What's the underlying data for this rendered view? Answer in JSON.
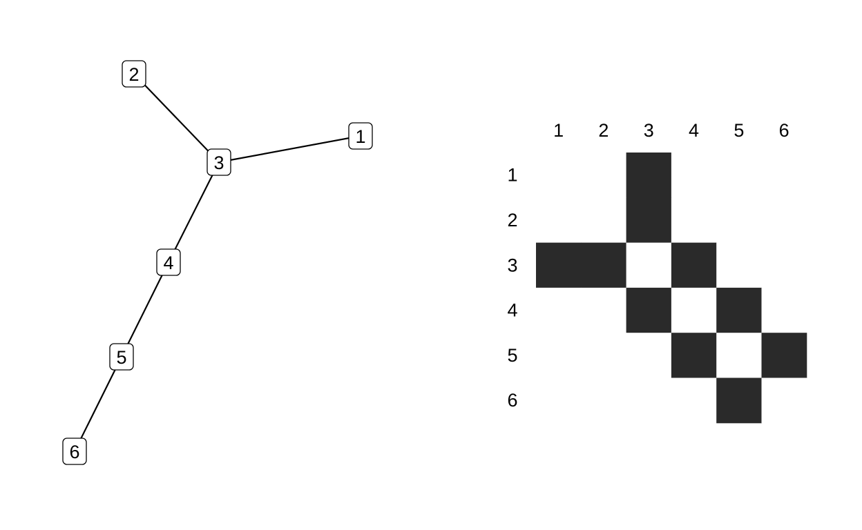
{
  "graph": {
    "nodes": [
      {
        "id": "1",
        "label": "1"
      },
      {
        "id": "2",
        "label": "2"
      },
      {
        "id": "3",
        "label": "3"
      },
      {
        "id": "4",
        "label": "4"
      },
      {
        "id": "5",
        "label": "5"
      },
      {
        "id": "6",
        "label": "6"
      }
    ],
    "edges": [
      [
        "2",
        "3"
      ],
      [
        "3",
        "1"
      ],
      [
        "3",
        "4"
      ],
      [
        "4",
        "5"
      ],
      [
        "5",
        "6"
      ]
    ]
  },
  "matrix": {
    "column_labels": [
      "1",
      "2",
      "3",
      "4",
      "5",
      "6"
    ],
    "row_labels": [
      "1",
      "2",
      "3",
      "4",
      "5",
      "6"
    ],
    "cells": [
      [
        0,
        0,
        1,
        0,
        0,
        0
      ],
      [
        0,
        0,
        1,
        0,
        0,
        0
      ],
      [
        1,
        1,
        0,
        1,
        0,
        0
      ],
      [
        0,
        0,
        1,
        0,
        1,
        0
      ],
      [
        0,
        0,
        0,
        1,
        0,
        1
      ],
      [
        0,
        0,
        0,
        0,
        1,
        0
      ]
    ],
    "filled_color": "#2a2a2a",
    "empty_color": "#ffffff"
  }
}
